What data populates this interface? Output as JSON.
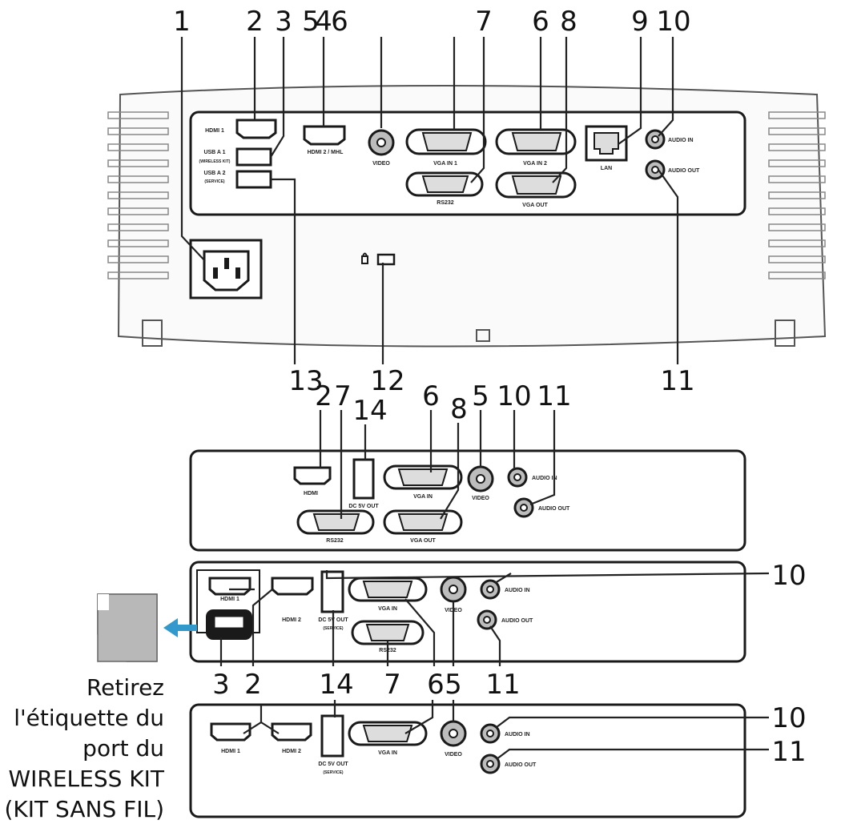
{
  "callouts": {
    "top": [
      "1",
      "2",
      "3",
      "5",
      "4",
      "6",
      "7",
      "6",
      "8",
      "9",
      "10"
    ],
    "upper_bottom": [
      "13",
      "12",
      "11"
    ],
    "mid_top": [
      "2",
      "7",
      "14",
      "6",
      "8",
      "5",
      "10",
      "11"
    ],
    "lower_right": [
      "10",
      "10",
      "11"
    ],
    "lower_bottom": [
      "3",
      "2",
      "14",
      "7",
      "6",
      "5",
      "11"
    ],
    "bottom_right": [
      "10",
      "11"
    ]
  },
  "port_labels": {
    "upper": {
      "hdmi1": "HDMI 1",
      "hdmi2_mhl": "HDMI 2 / MHL",
      "usb_a1": "USB A 1",
      "usb_a1_sub": "(WIRELESS KIT)",
      "usb_a2": "USB A 2",
      "usb_a2_sub": "(SERVICE)",
      "video": "VIDEO",
      "vga_in1": "VGA IN 1",
      "vga_in2": "VGA IN 2",
      "rs232": "RS232",
      "vga_out": "VGA OUT",
      "lan": "LAN",
      "audio_in": "AUDIO IN",
      "audio_out": "AUDIO OUT"
    },
    "mid": {
      "hdmi": "HDMI",
      "dc_out": "DC 5V OUT",
      "vga_in": "VGA IN",
      "video": "VIDEO",
      "audio_in": "AUDIO IN",
      "audio_out": "AUDIO OUT",
      "rs232": "RS232",
      "vga_out": "VGA OUT"
    },
    "lower": {
      "hdmi1": "HDMI 1",
      "hdmi2": "HDMI 2",
      "dc_out": "DC 5V OUT",
      "dc_out_sub": "(SERVICE)",
      "vga_in": "VGA IN",
      "video": "VIDEO",
      "audio_in": "AUDIO IN",
      "audio_out": "AUDIO OUT",
      "rs232": "RS232"
    },
    "bottom": {
      "hdmi1": "HDMI 1",
      "hdmi2": "HDMI 2",
      "dc_out": "DC 5V OUT",
      "dc_out_sub": "(SERVICE)",
      "vga_in": "VGA IN",
      "video": "VIDEO",
      "audio_in": "AUDIO IN",
      "audio_out": "AUDIO OUT"
    }
  },
  "note_lines": [
    "Retirez",
    "l'étiquette du",
    "port du",
    "WIRELESS KIT",
    "(KIT SANS FIL)"
  ],
  "colors": {
    "line": "#222222",
    "arrow": "#3399cc",
    "label_fill": "#b8b8b8"
  }
}
